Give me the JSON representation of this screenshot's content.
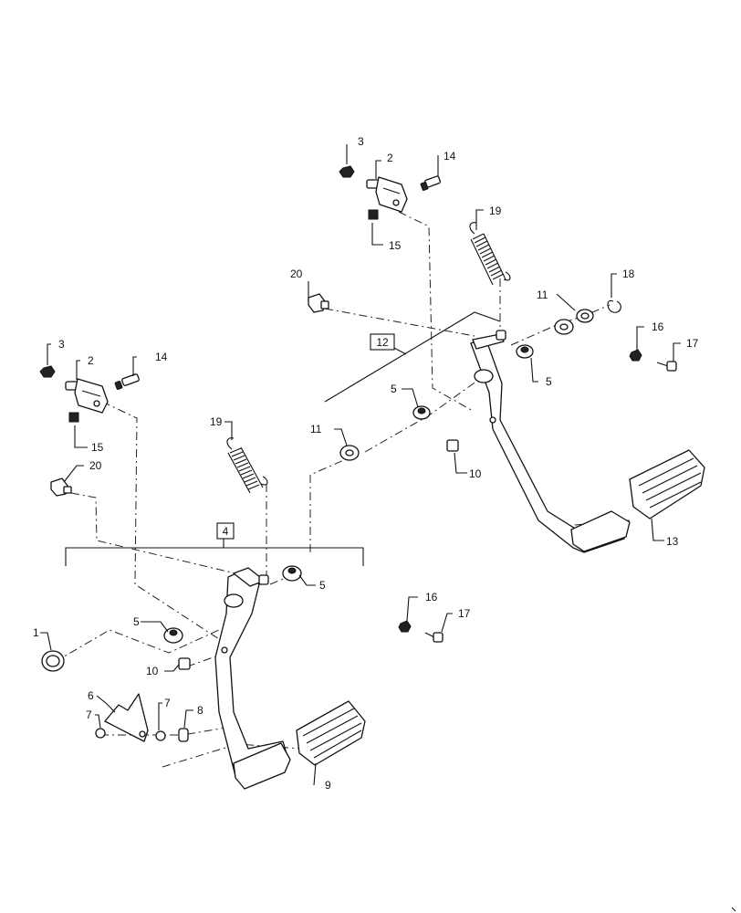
{
  "diagram": {
    "callouts": {
      "c1": "1",
      "c2a": "2",
      "c2b": "2",
      "c3a": "3",
      "c3b": "3",
      "c4": "4",
      "c5a": "5",
      "c5b": "5",
      "c5c": "5",
      "c5d": "5",
      "c6": "6",
      "c7a": "7",
      "c7b": "7",
      "c8": "8",
      "c9": "9",
      "c10a": "10",
      "c10b": "10",
      "c11a": "11",
      "c11b": "11",
      "c12": "12",
      "c13": "13",
      "c14a": "14",
      "c14b": "14",
      "c15a": "15",
      "c15b": "15",
      "c16a": "16",
      "c16b": "16",
      "c17a": "17",
      "c17b": "17",
      "c18": "18",
      "c19a": "19",
      "c19b": "19",
      "c20a": "20",
      "c20b": "20"
    }
  }
}
